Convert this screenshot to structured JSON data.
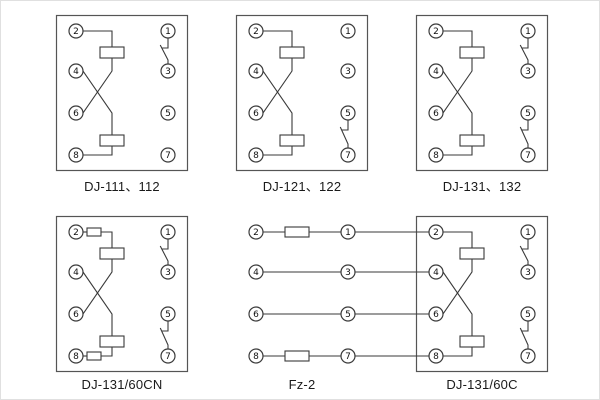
{
  "page": {
    "background": "#ffffff",
    "line_color": "#3a3a3a",
    "text_color": "#1a1a1a"
  },
  "diagrams": [
    {
      "id": "dj-111-112",
      "label": "DJ-111、112",
      "terminals": {
        "left": [
          "2",
          "4",
          "6",
          "8"
        ],
        "right": [
          "1",
          "3",
          "5",
          "7"
        ]
      },
      "features": [
        "upper-coil",
        "lower-coil",
        "crossed-wires-4-6",
        "contact-1-3"
      ]
    },
    {
      "id": "dj-121-122",
      "label": "DJ-121、122",
      "terminals": {
        "left": [
          "2",
          "4",
          "6",
          "8"
        ],
        "right": [
          "1",
          "3",
          "5",
          "7"
        ]
      },
      "features": [
        "upper-coil",
        "lower-coil",
        "crossed-wires-4-6",
        "contact-5-7"
      ]
    },
    {
      "id": "dj-131-132",
      "label": "DJ-131、132",
      "terminals": {
        "left": [
          "2",
          "4",
          "6",
          "8"
        ],
        "right": [
          "1",
          "3",
          "5",
          "7"
        ]
      },
      "features": [
        "upper-coil",
        "lower-coil",
        "crossed-wires-4-6",
        "contact-1-3",
        "contact-5-7"
      ]
    },
    {
      "id": "dj-131-60cn",
      "label": "DJ-131/60CN",
      "terminals": {
        "left": [
          "2",
          "4",
          "6",
          "8"
        ],
        "right": [
          "1",
          "3",
          "5",
          "7"
        ]
      },
      "features": [
        "series-resistor-2",
        "series-resistor-8",
        "upper-coil",
        "lower-coil",
        "crossed-wires-4-6",
        "contact-1-3",
        "contact-5-7"
      ]
    },
    {
      "id": "fz-2",
      "label": "Fz-2",
      "terminals": {
        "left": [
          "2",
          "4",
          "6",
          "8"
        ],
        "right": [
          "1",
          "3",
          "5",
          "7"
        ]
      },
      "features": [
        "resistor-2-1",
        "wire-4-3",
        "wire-6-5",
        "resistor-8-7"
      ]
    },
    {
      "id": "dj-131-60c",
      "label": "DJ-131/60C",
      "terminals": {
        "left": [
          "2",
          "4",
          "6",
          "8"
        ],
        "right": [
          "1",
          "3",
          "5",
          "7"
        ]
      },
      "features": [
        "upper-coil",
        "lower-coil",
        "crossed-wires-4-6",
        "contact-1-3",
        "contact-5-7",
        "connected-to-fz-2"
      ]
    }
  ]
}
